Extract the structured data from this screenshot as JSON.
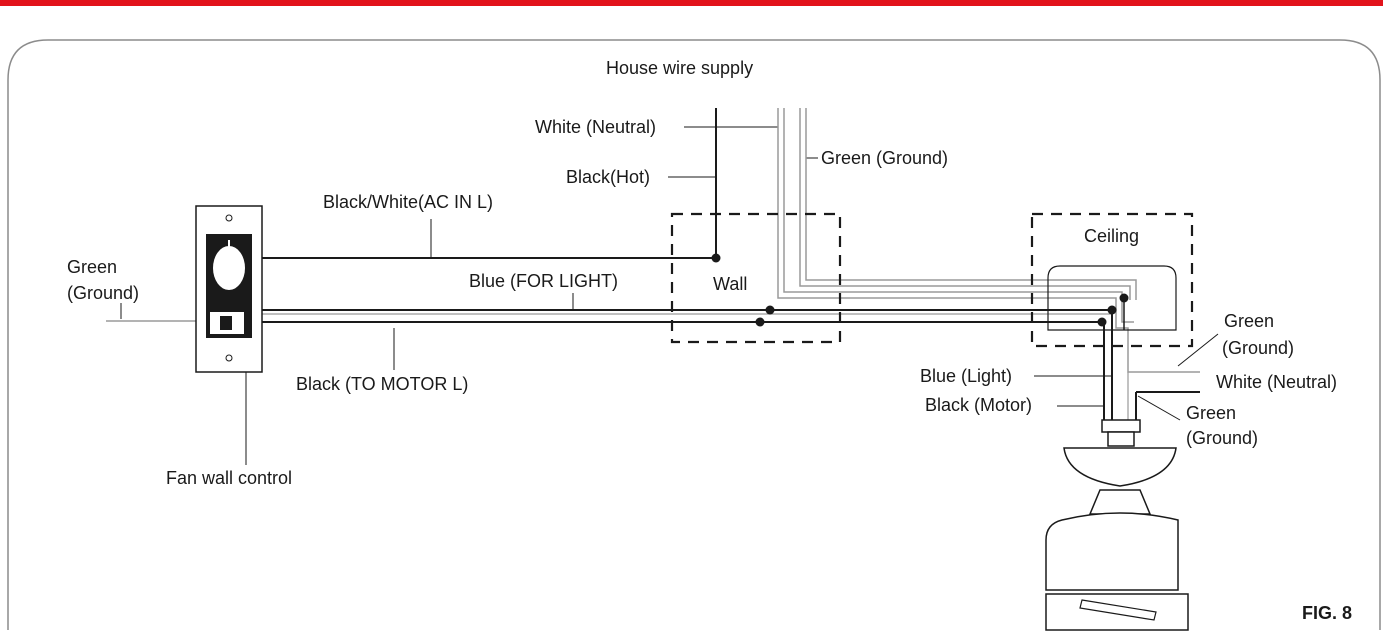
{
  "diagram": {
    "figure_label": "FIG. 8",
    "labels": {
      "house_supply": "House wire supply",
      "white_neutral_in": "White (Neutral)",
      "black_hot": "Black(Hot)",
      "green_ground_in": "Green (Ground)",
      "black_white_ac": "Black/White(AC IN L)",
      "blue_for_light": "Blue (FOR LIGHT)",
      "black_to_motor": "Black (TO MOTOR L)",
      "green_ground_control_line1": "Green",
      "green_ground_control_line2": "(Ground)",
      "fan_wall_control": "Fan wall control",
      "wall": "Wall",
      "ceiling": "Ceiling",
      "green_ground_right_line1": "Green",
      "green_ground_right_line2": "(Ground)",
      "white_neutral_out": "White (Neutral)",
      "blue_light": "Blue (Light)",
      "black_motor": "Black (Motor)",
      "green_ground_fan_line1": "Green",
      "green_ground_fan_line2": "(Ground)"
    },
    "colors": {
      "accent_bar": "#e2131b",
      "black_wire": "#1a1a1a",
      "grey_wire": "#9a9a9a"
    }
  }
}
